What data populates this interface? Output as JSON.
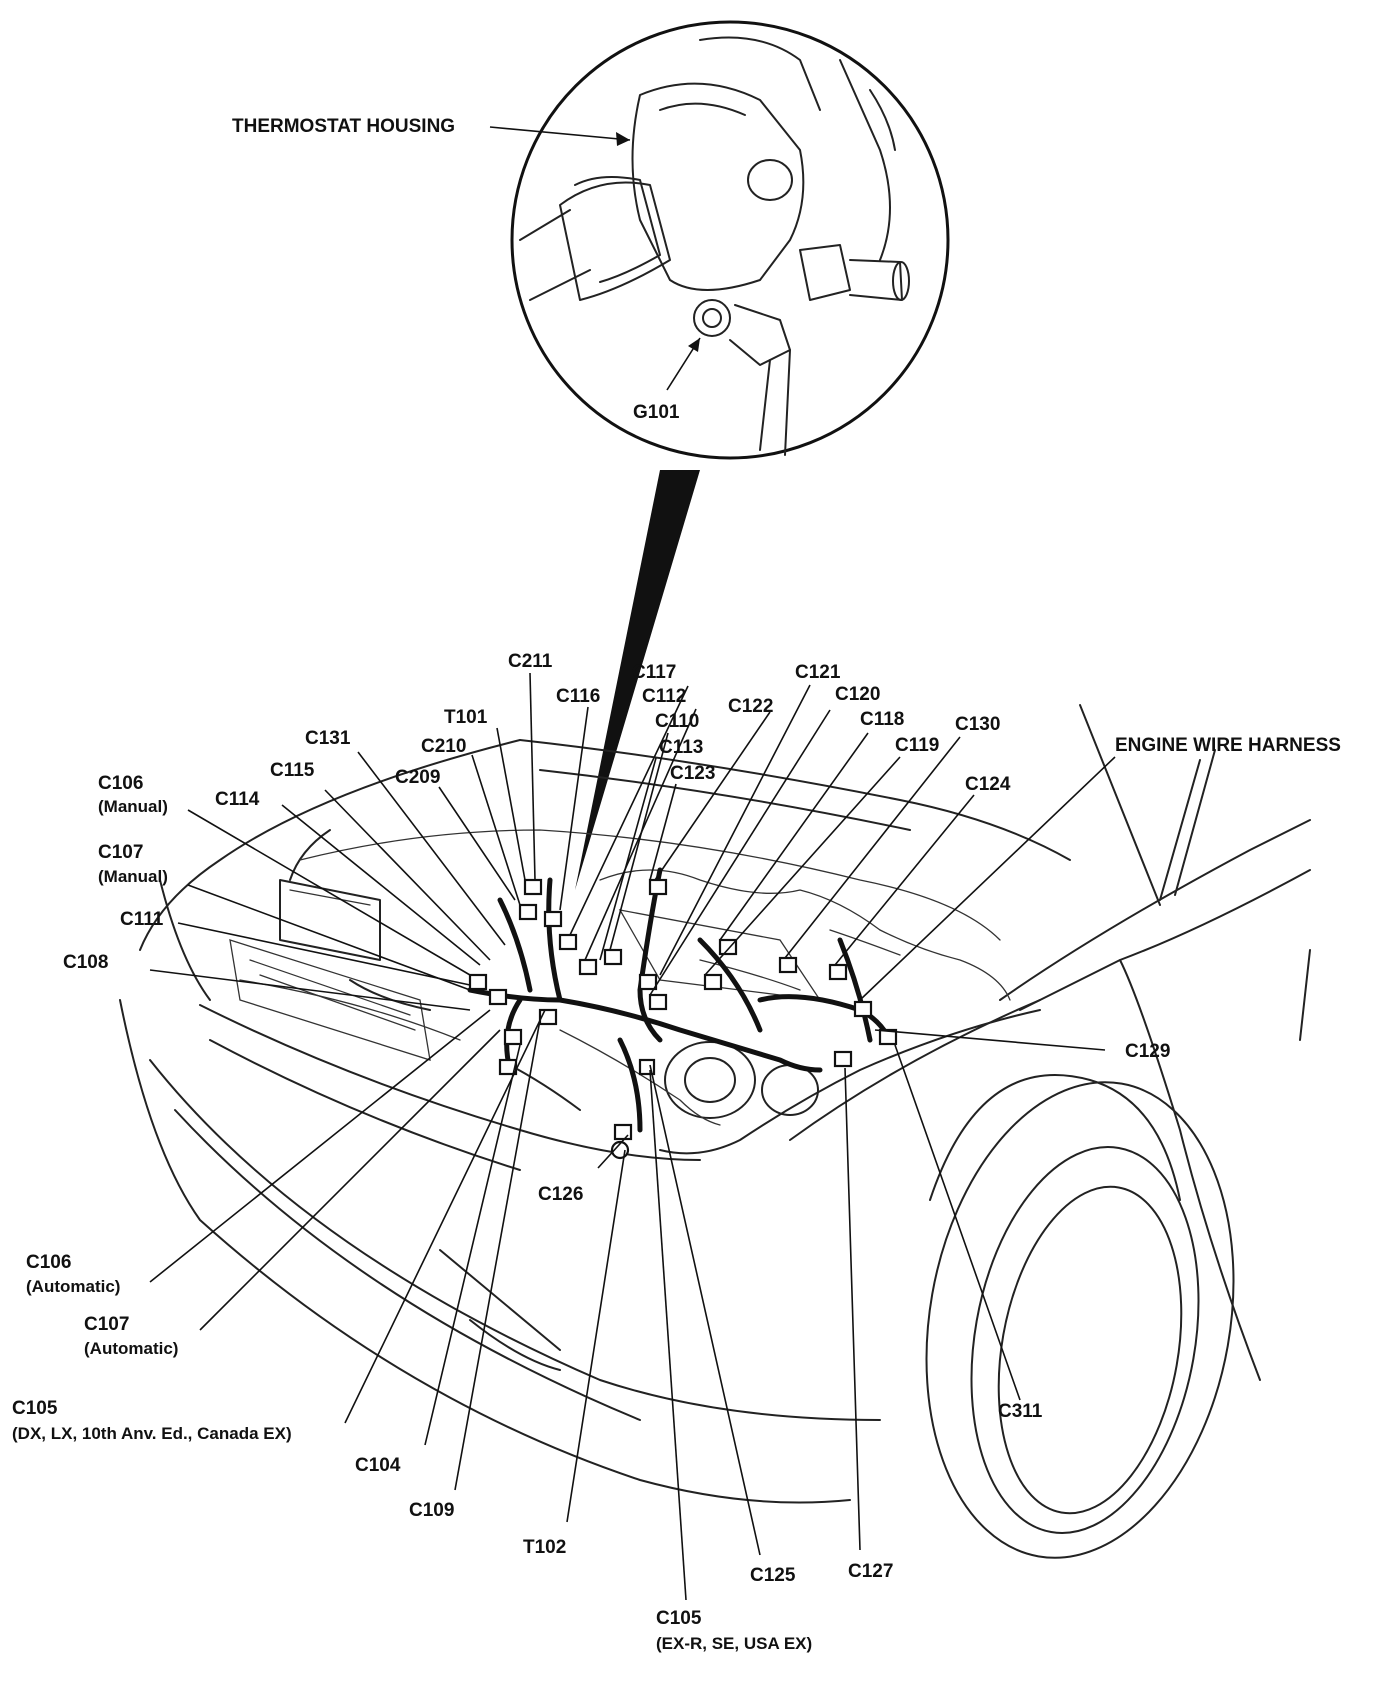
{
  "diagram": {
    "inset": {
      "thermostat_label": "THERMOSTAT HOUSING",
      "ground_label": "G101"
    },
    "harness_label": "ENGINE WIRE HARNESS",
    "labels": {
      "c211": "C211",
      "c117": "C117",
      "c116": "C116",
      "c112": "C112",
      "c121": "C121",
      "c120": "C120",
      "c122": "C122",
      "c110": "C110",
      "c118": "C118",
      "c130": "C130",
      "t101": "T101",
      "c131": "C131",
      "c210": "C210",
      "c113": "C113",
      "c119": "C119",
      "c115": "C115",
      "c209": "C209",
      "c123": "C123",
      "c124": "C124",
      "c106_manual": "C106",
      "c106_manual_note": "(Manual)",
      "c114": "C114",
      "c107_manual": "C107",
      "c107_manual_note": "(Manual)",
      "c111": "C111",
      "c108": "C108",
      "c129": "C129",
      "c126": "C126",
      "c106_auto": "C106",
      "c106_auto_note": "(Automatic)",
      "c107_auto": "C107",
      "c107_auto_note": "(Automatic)",
      "c105_a": "C105",
      "c105_a_note": "(DX, LX, 10th Anv. Ed., Canada EX)",
      "c104": "C104",
      "c109": "C109",
      "t102": "T102",
      "c125": "C125",
      "c127": "C127",
      "c311": "C311",
      "c105_b": "C105",
      "c105_b_note": "(EX-R, SE, USA EX)"
    }
  }
}
